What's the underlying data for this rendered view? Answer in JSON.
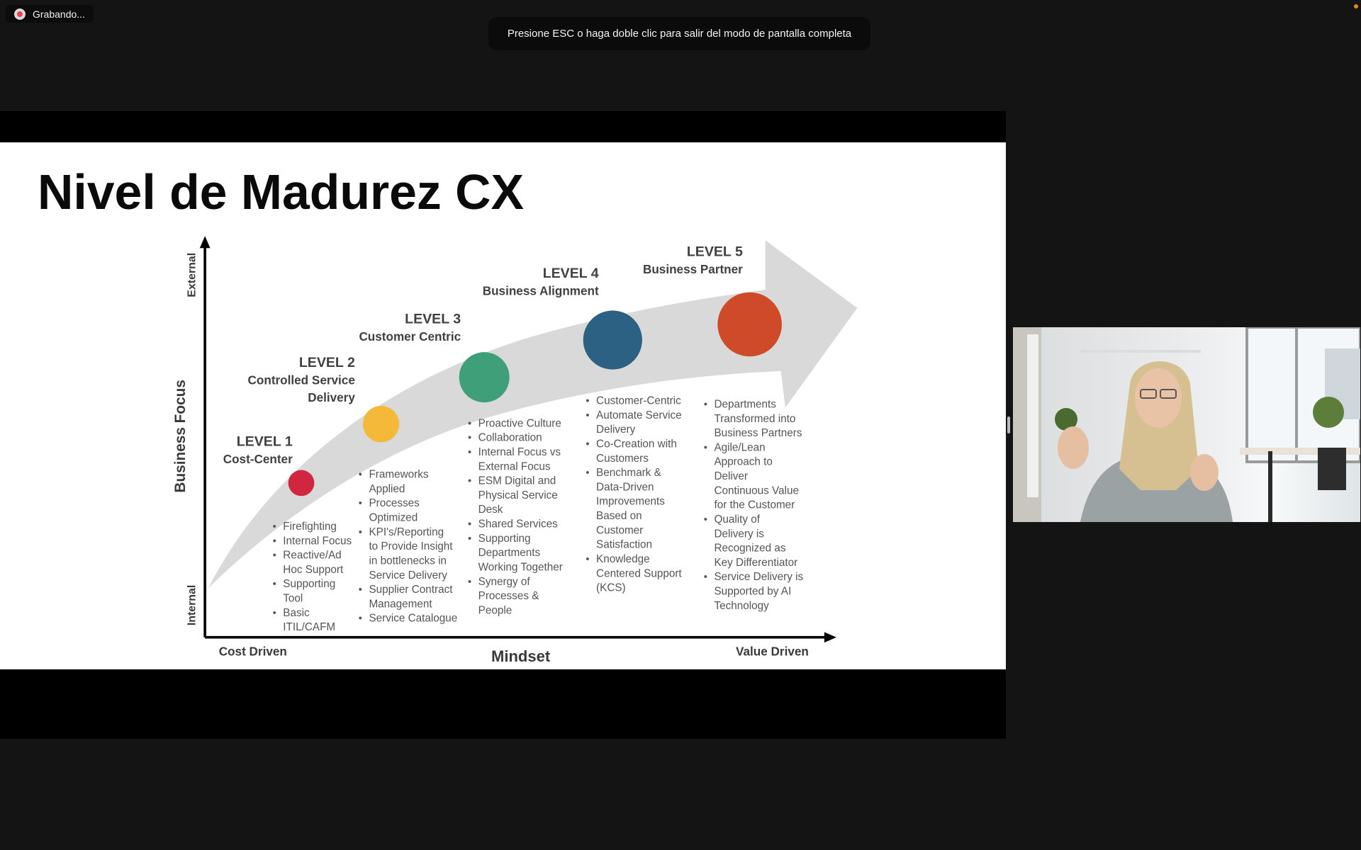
{
  "recording": {
    "label": "Grabando...",
    "icon": "record-icon",
    "color": "#f0404a"
  },
  "fullscreen_toast": {
    "text": "Presione ESC o haga doble clic para salir del modo de pantalla completa"
  },
  "slide": {
    "title": "Nivel de Madurez CX",
    "y_axis": {
      "label": "Business Focus",
      "top": "External",
      "bottom": "Internal"
    },
    "x_axis": {
      "label": "Mindset",
      "left": "Cost Driven",
      "right": "Value Driven"
    },
    "levels": [
      {
        "level": "LEVEL 1",
        "name": [
          "Cost-Center"
        ],
        "color": "#d0263f",
        "items": [
          [
            "Firefighting"
          ],
          [
            "Internal Focus"
          ],
          [
            "Reactive/Ad",
            "Hoc Support"
          ],
          [
            "Supporting",
            "Tool"
          ],
          [
            "Basic",
            "ITIL/CAFM"
          ]
        ]
      },
      {
        "level": "LEVEL 2",
        "name": [
          "Controlled Service",
          "Delivery"
        ],
        "color": "#f5b93a",
        "items": [
          [
            "Frameworks",
            "Applied"
          ],
          [
            "Processes",
            "Optimized"
          ],
          [
            "KPI's/Reporting",
            "to Provide Insight",
            "in bottlenecks in",
            "Service Delivery"
          ],
          [
            "Supplier Contract",
            "Management"
          ],
          [
            "Service Catalogue"
          ]
        ]
      },
      {
        "level": "LEVEL 3",
        "name": [
          "Customer Centric"
        ],
        "color": "#3f9f78",
        "items": [
          [
            "Proactive Culture"
          ],
          [
            "Collaboration"
          ],
          [
            "Internal Focus vs",
            "External Focus"
          ],
          [
            "ESM Digital and",
            "Physical Service",
            "Desk"
          ],
          [
            "Shared Services"
          ],
          [
            "Supporting",
            "Departments",
            "Working Together"
          ],
          [
            "Synergy of",
            "Processes &",
            "People"
          ]
        ]
      },
      {
        "level": "LEVEL 4",
        "name": [
          "Business Alignment"
        ],
        "color": "#2c6184",
        "items": [
          [
            "Customer-Centric"
          ],
          [
            "Automate Service",
            "Delivery"
          ],
          [
            "Co-Creation with",
            "Customers"
          ],
          [
            "Benchmark &",
            "Data-Driven",
            "Improvements",
            "Based on",
            "Customer",
            "Satisfaction"
          ],
          [
            "Knowledge",
            "Centered Support",
            "(KCS)"
          ]
        ]
      },
      {
        "level": "LEVEL 5",
        "name": [
          "Business Partner"
        ],
        "color": "#cf4a28",
        "items": [
          [
            "Departments",
            "Transformed into",
            "Business Partners"
          ],
          [
            "Agile/Lean",
            "Approach to",
            "Deliver",
            "Continuous Value",
            "for the Customer"
          ],
          [
            "Quality of",
            "Delivery is",
            "Recognized as",
            "Key Differentiator"
          ],
          [
            "Service Delivery is",
            "Supported by AI",
            "Technology"
          ]
        ]
      }
    ]
  }
}
